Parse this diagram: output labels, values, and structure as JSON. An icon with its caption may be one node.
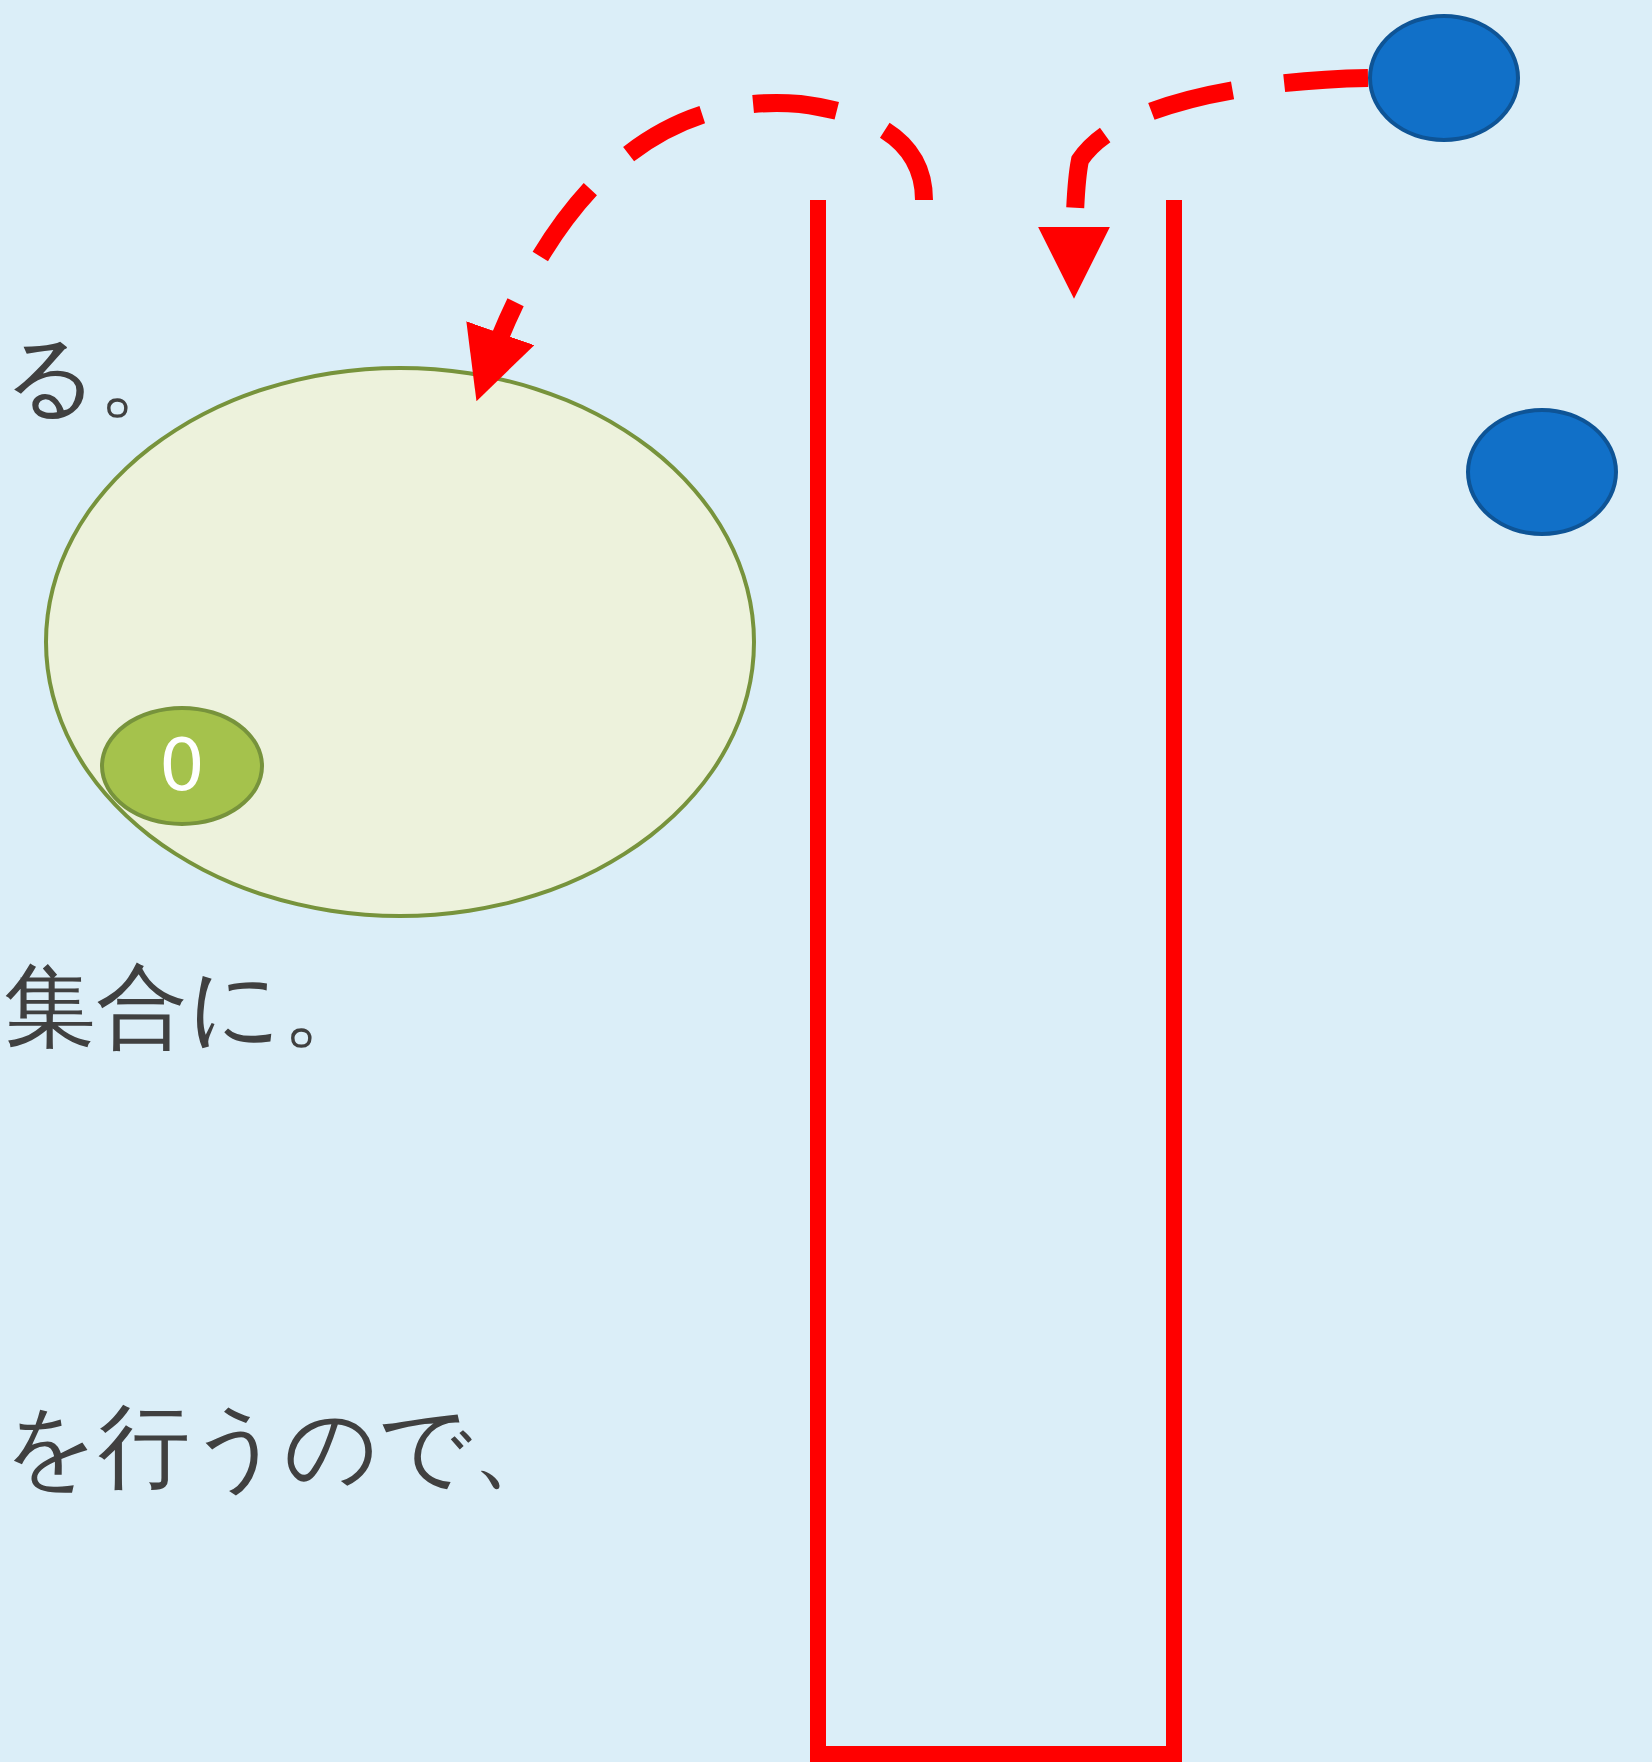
{
  "diagram": {
    "nodes": [
      {
        "text": [],
        "shape": "circle"
      },
      {
        "text": [
          "0"
        ],
        "in": 0
      },
      {
        "text": [],
        "shape": "box"
      },
      {
        "text": [],
        "shape": "circle"
      },
      {
        "text": [],
        "shape": "circle"
      }
    ],
    "edges": [
      {
        "from": 3,
        "to": 2,
        "arrow": "to",
        "style": "dashed"
      },
      {
        "from": 2,
        "to": 0,
        "arrow": "to",
        "style": "dashed"
      }
    ],
    "labels": [
      "る。",
      "集合に。",
      "を行うので、"
    ]
  }
}
